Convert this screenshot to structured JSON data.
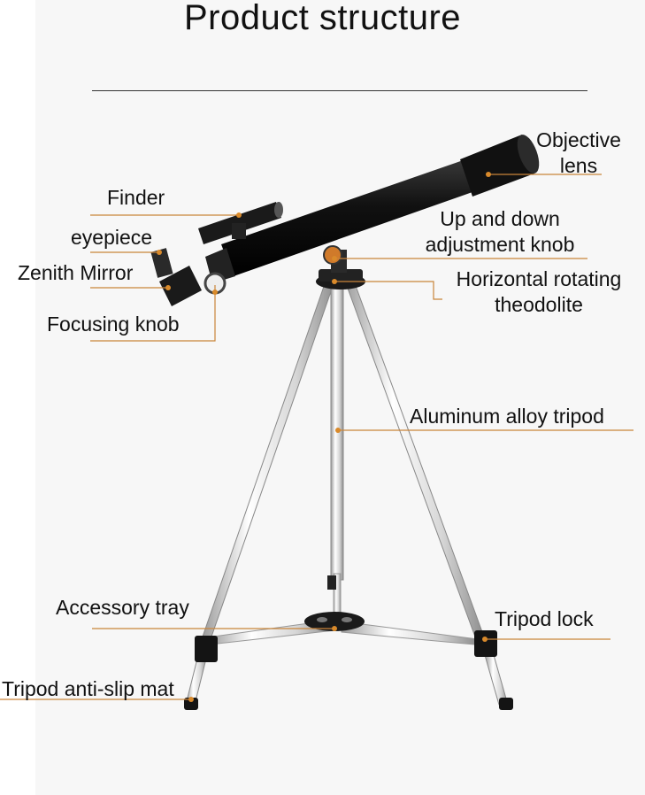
{
  "title": "Product structure",
  "labels": {
    "objective_lens_1": "Objective",
    "objective_lens_2": "lens",
    "finder": "Finder",
    "eyepiece": "eyepiece",
    "zenith_mirror": "Zenith Mirror",
    "focusing_knob": "Focusing knob",
    "updown_knob_1": "Up and down",
    "updown_knob_2": "adjustment knob",
    "horizontal_1": "Horizontal rotating",
    "horizontal_2": "theodolite",
    "tripod": "Aluminum alloy tripod",
    "accessory_tray": "Accessory tray",
    "tripod_lock": "Tripod lock",
    "anti_slip": "Tripod anti-slip mat"
  },
  "colors": {
    "leader_line": "#c9853a",
    "dot": "#d98a2b",
    "tube": "#151515",
    "leg": "#e6e6e6"
  }
}
